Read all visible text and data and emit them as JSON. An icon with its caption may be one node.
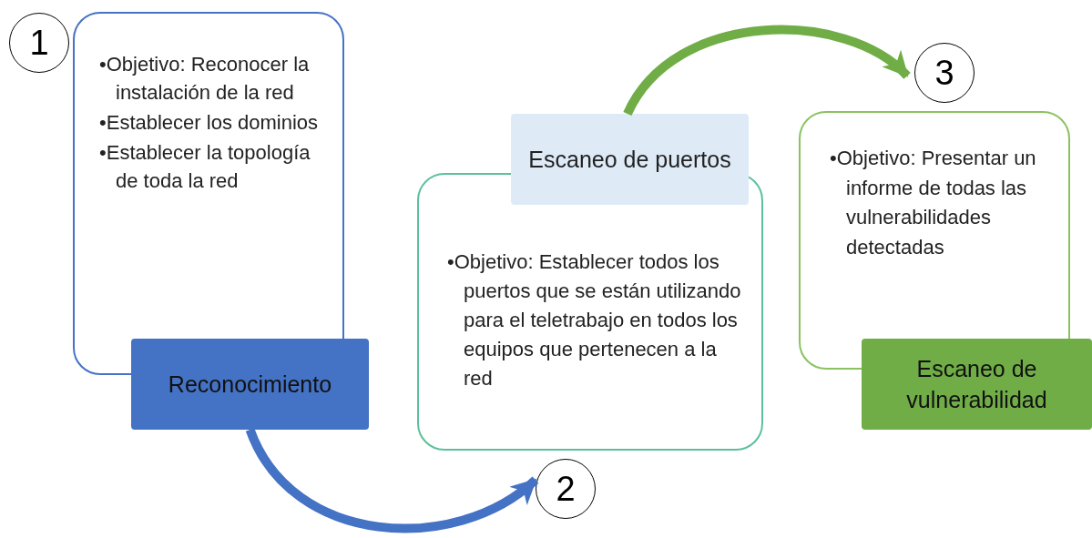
{
  "diagram": {
    "nodes": [
      {
        "text": [
          "1"
        ]
      },
      {
        "text": [
          "•Objetivo: Reconocer la instalación de la red",
          "•Establecer los dominios",
          "•Establecer la topología de toda la red"
        ]
      },
      {
        "text": [
          "Reconocimiento"
        ]
      },
      {
        "text": [
          "•Objetivo: Establecer todos los puertos que se están utilizando para el teletrabajo en todos los equipos que pertenecen a la red"
        ]
      },
      {
        "text": [
          "Escaneo de puertos"
        ]
      },
      {
        "text": [
          "2"
        ]
      },
      {
        "text": [
          "3"
        ]
      },
      {
        "text": [
          "•Objetivo: Presentar un informe de todas las vulnerabilidades detectadas"
        ]
      },
      {
        "text": [
          "Escaneo de vulnerabilidad"
        ]
      }
    ],
    "edges": [
      {
        "from": 2,
        "to": 5,
        "arrow": "to",
        "color": "#4472c4"
      },
      {
        "from": 4,
        "to": 6,
        "arrow": "to",
        "color": "#70ad47"
      }
    ]
  }
}
